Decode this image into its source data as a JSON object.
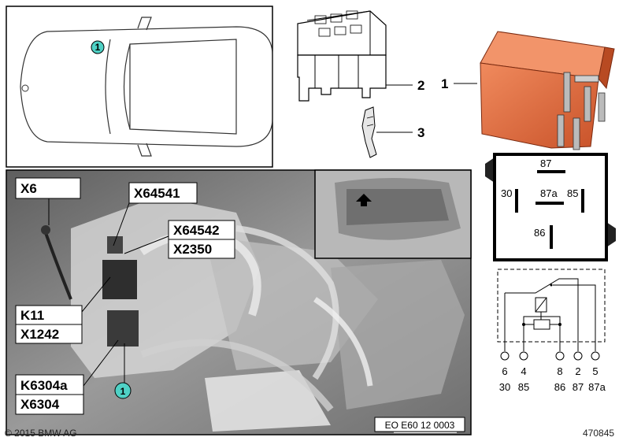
{
  "callout_number": "1",
  "parts": {
    "part1": "1",
    "part2": "2",
    "part3": "3"
  },
  "connectors": {
    "x6": "X6",
    "x64541": "X64541",
    "x64542": "X64542",
    "x2350": "X2350",
    "k11": "K11",
    "x1242": "X1242",
    "k6304a": "K6304a",
    "x6304": "X6304"
  },
  "relay_terminals": {
    "t87": "87",
    "t30": "30",
    "t87a": "87a",
    "t85": "85",
    "t86": "86"
  },
  "schematic_pins": {
    "numbers": [
      "6",
      "4",
      "8",
      "2",
      "5"
    ],
    "terminals": [
      "30",
      "85",
      "86",
      "87",
      "87a"
    ]
  },
  "photo_code": "EO E60 12 0003",
  "copyright": "© 2015 BMW AG",
  "figure_id": "470845",
  "colors": {
    "callout_fill": "#4fd1c5",
    "relay_orange": "#e8683a",
    "photo_bg": "#8a8a8a"
  }
}
